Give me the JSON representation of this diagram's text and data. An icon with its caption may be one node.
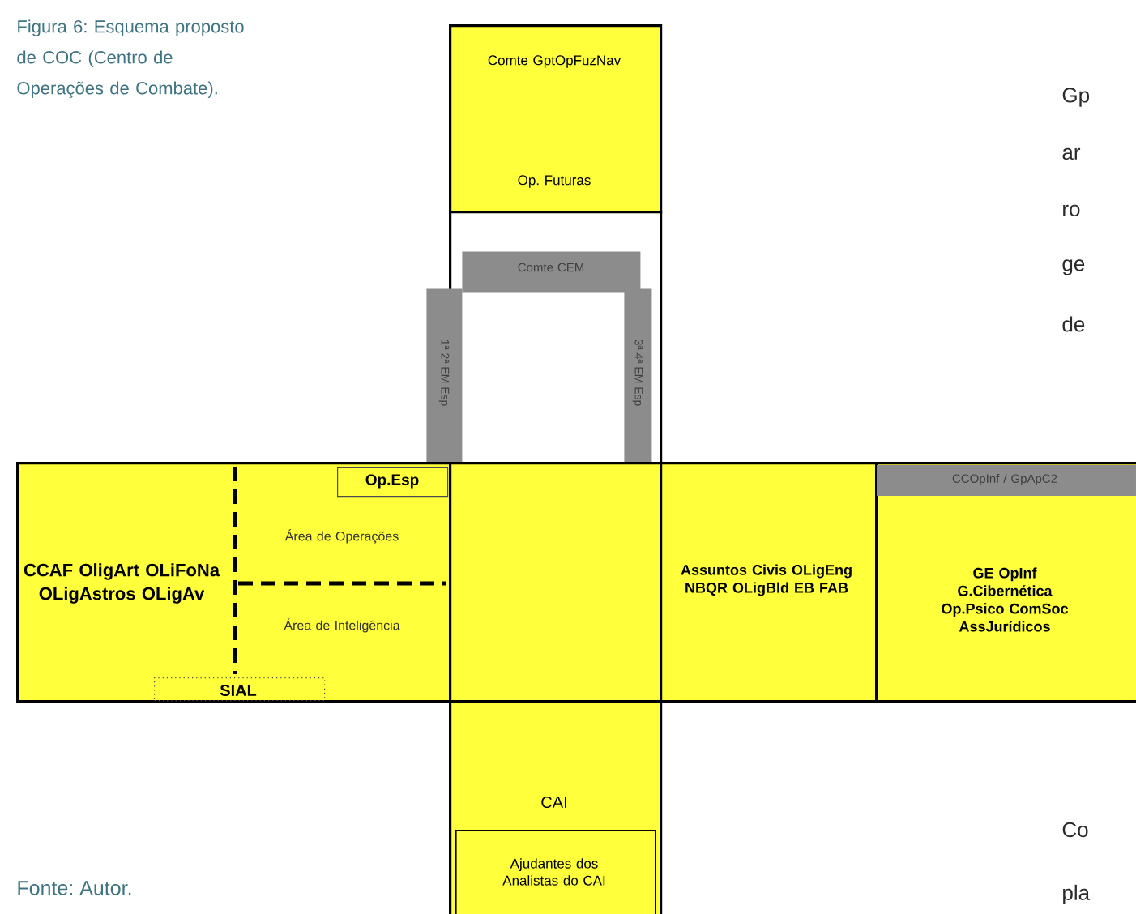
{
  "diagram": {
    "caption": "Figura 6: Esquema proposto de COC (Centro de Operações de Combate).",
    "nodes": [
      {
        "text": [
          "Comte GptOpFuzNav",
          "Op. Futuras"
        ]
      },
      {
        "text": [],
        "shape": "box"
      },
      {
        "text": [
          "Comte CEM"
        ],
        "in": 1
      },
      {
        "text": [
          "1ª 2ª EM Esp"
        ]
      },
      {
        "text": [
          "3ª 4ª EM Esp"
        ],
        "in": 1
      },
      {
        "text": [
          "CCAF OligArt OLiFoNa OLigAstros OLigAv"
        ]
      },
      {
        "text": [
          "Op.Esp"
        ],
        "in": 5
      },
      {
        "text": [
          "Área de Operações"
        ],
        "in": 5
      },
      {
        "text": [
          "Área de Inteligência"
        ],
        "in": 5
      },
      {
        "text": [
          "SIAL"
        ],
        "in": 5
      },
      {
        "text": [],
        "shape": "box"
      },
      {
        "text": [
          "Assuntos Civis OLigEng NBQR OLigBld EB FAB"
        ]
      },
      {
        "text": [
          "CCOpInf / GpApC2",
          "GE OpInf G.Cibernética Op.Psico ComSoc AssJurídicos"
        ]
      },
      {
        "text": [
          "CAI"
        ]
      },
      {
        "text": [
          "Ajudantes dos Analistas do CAI"
        ],
        "in": 13
      }
    ],
    "edges": [],
    "labels": [
      "Gp",
      "ar",
      "ro",
      "ge",
      "de",
      "Fonte: Autor.",
      "Co",
      "pla"
    ]
  }
}
